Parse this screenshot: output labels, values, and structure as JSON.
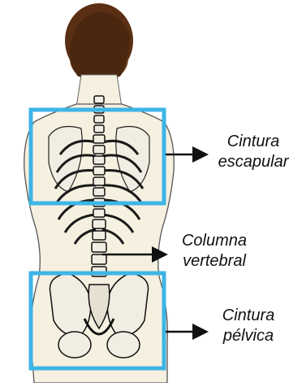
{
  "labels": {
    "scapular": [
      "Cintura",
      "escapular"
    ],
    "vertebral": [
      "Columna",
      "vertebral"
    ],
    "pelvic": [
      "Cintura",
      "pélvica"
    ]
  },
  "colors": {
    "highlight_box": "#3db5e6",
    "arrow": "#111111",
    "hair": "#5a2f14",
    "skin": "#f6f0e0",
    "bone": "#f2ede2",
    "bone_shadow": "#1a1a1a"
  }
}
